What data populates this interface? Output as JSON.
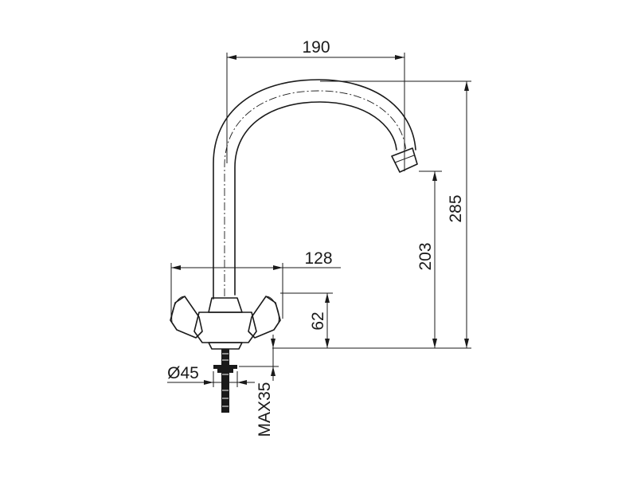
{
  "dimensions": {
    "spout_reach": "190",
    "total_height": "285",
    "spout_height": "203",
    "handle_span": "128",
    "body_height": "62",
    "hole_diameter": "Ø45",
    "max_deck": "MAX35"
  }
}
